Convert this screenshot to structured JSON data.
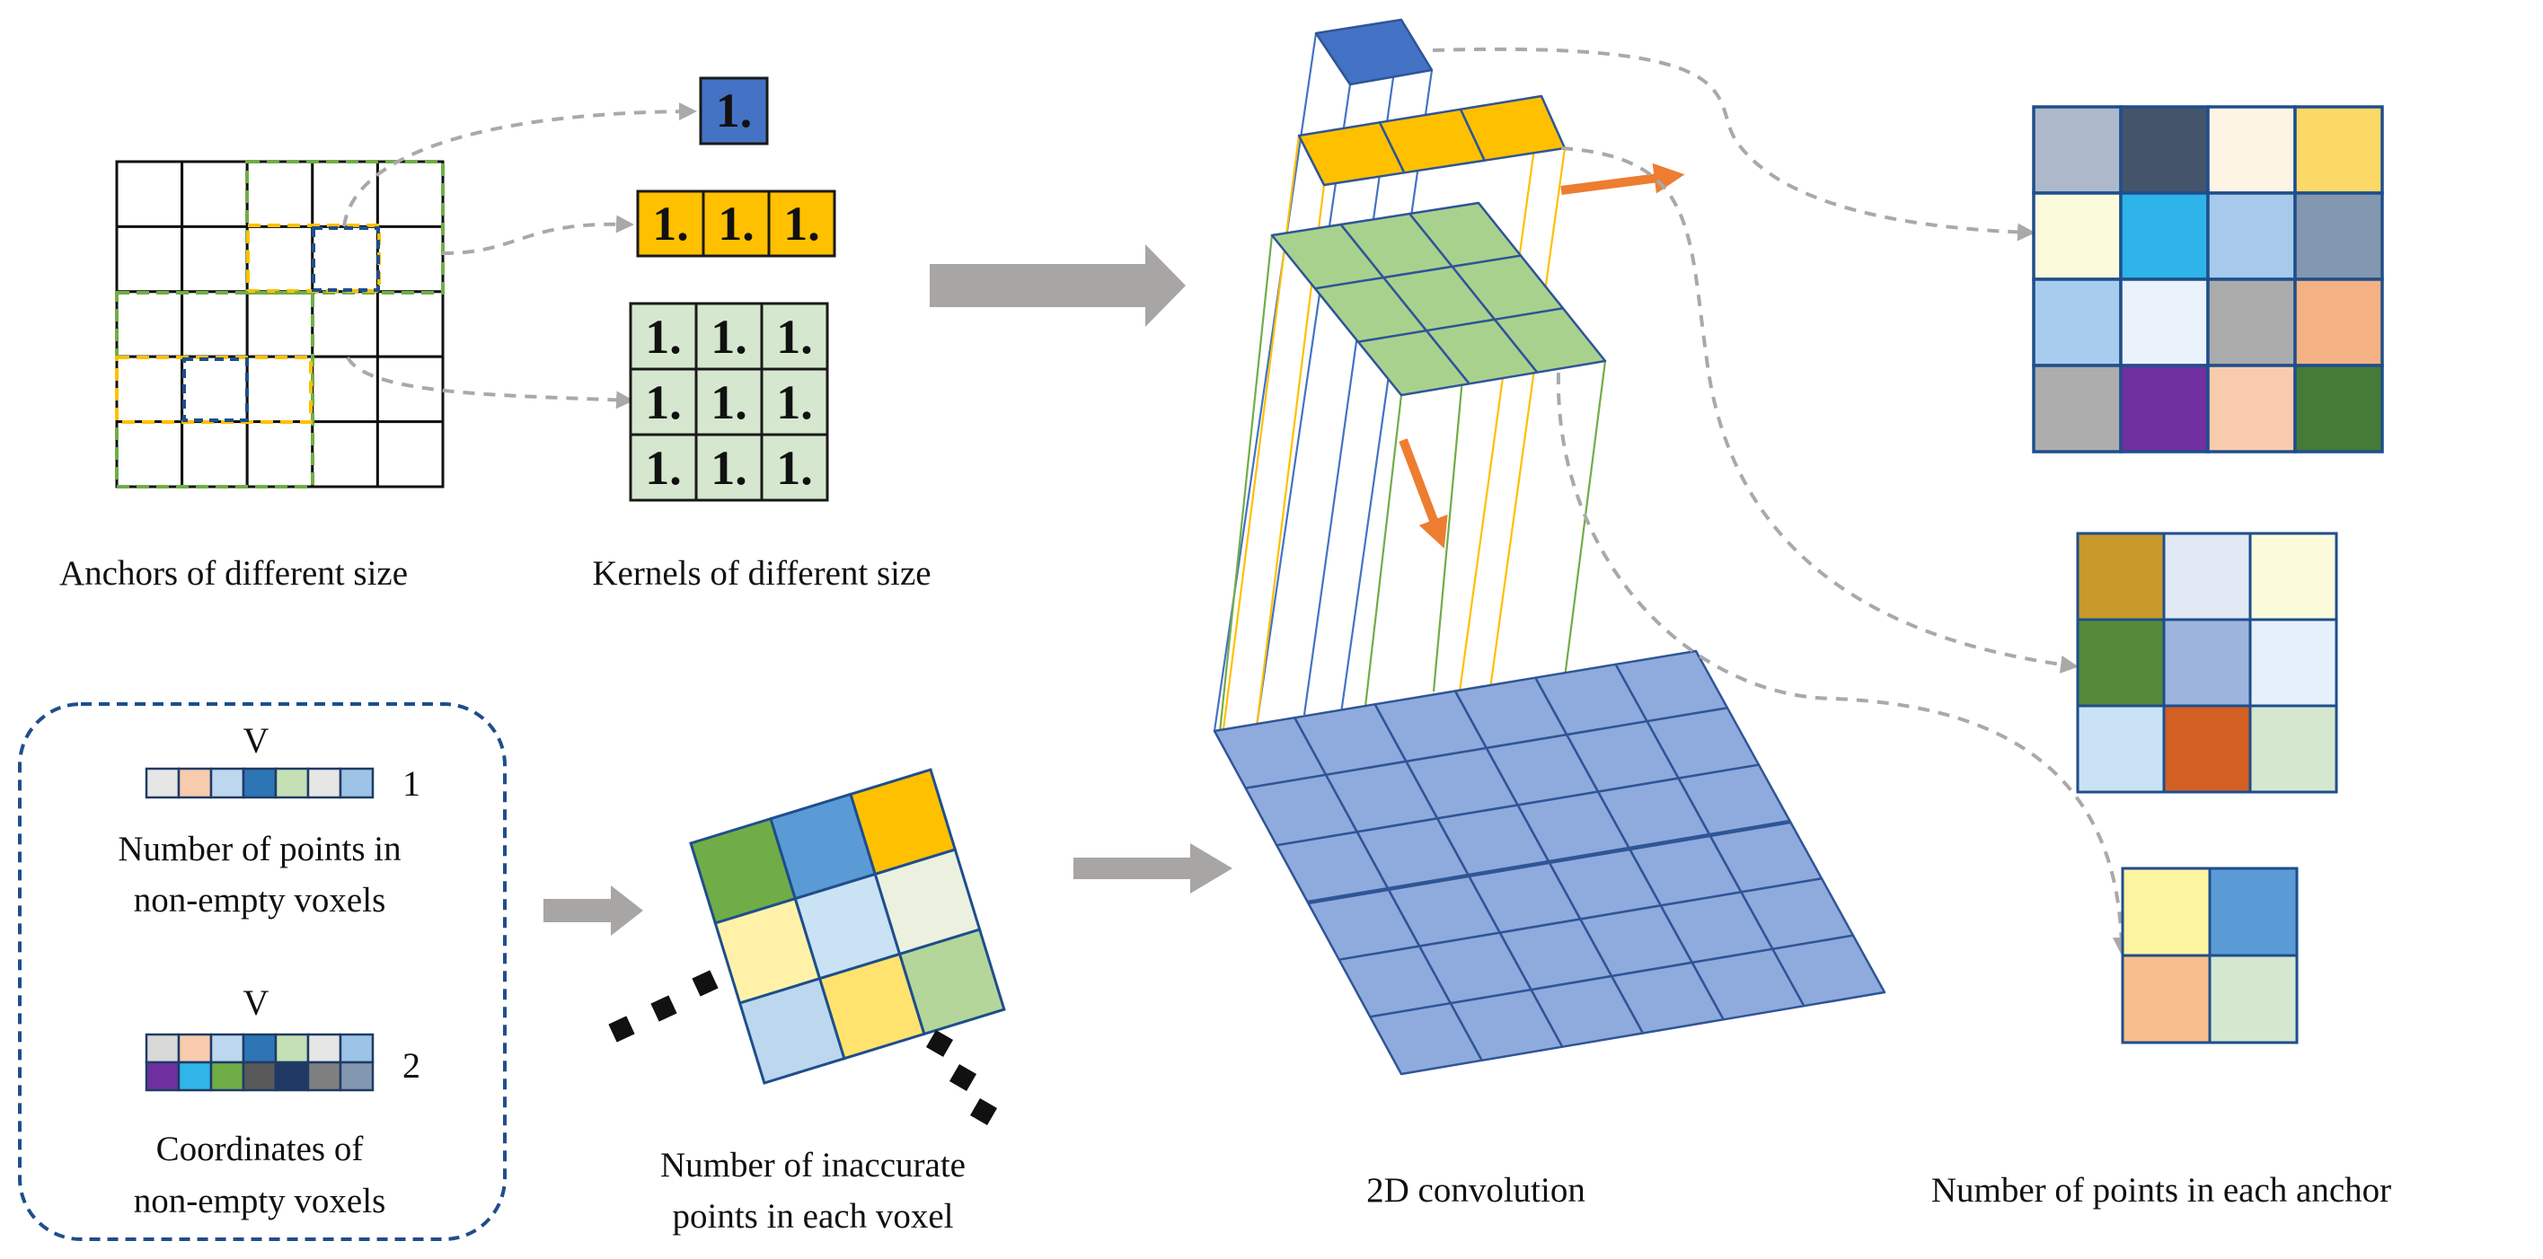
{
  "colors": {
    "blue_cell": "#4472c4",
    "yellow_cell": "#ffc000",
    "green_cell": "#a9d18e",
    "green_kernel": "#d5e8cf",
    "plane": "#8faadc",
    "plane_stroke": "#2f5597",
    "orange_arrow": "#ed7d31",
    "gray_arrow": "#a8a5a5",
    "dashed_box": "#1f4e8c"
  },
  "anchors": {
    "caption": "Anchors of different size"
  },
  "kernels": {
    "caption": "Kernels of different size",
    "cell_value": "1."
  },
  "voxel_legend": {
    "row1_header": "V",
    "row1_index": "1",
    "row1_caption_line1": "Number of points in",
    "row1_caption_line2": "non-empty voxels",
    "row2_header": "V",
    "row2_index": "2",
    "row2_caption_line1": "Coordinates of",
    "row2_caption_line2": "non-empty voxels",
    "row1_colors": [
      "#e6e6e6",
      "#f8cbad",
      "#bdd7ee",
      "#2e75b6",
      "#c5e0b4",
      "#e7e6e6",
      "#9dc3e6"
    ],
    "row2_top_colors": [
      "#d9d9d9",
      "#f8cbad",
      "#bdd7ee",
      "#2e75b6",
      "#c5e0b4",
      "#e7e6e6",
      "#9dc3e6"
    ],
    "row2_bottom_colors": [
      "#7030a0",
      "#2fb5e8",
      "#70ad47",
      "#595959",
      "#203864",
      "#7f7f7f",
      "#8497b0"
    ]
  },
  "inaccurate": {
    "caption_line1": "Number of inaccurate",
    "caption_line2": "points in each voxel",
    "cell_colors": [
      "#70ad47",
      "#5b9bd5",
      "#ffc000",
      "#fff2a8",
      "#c9e2f4",
      "#ebf1de",
      "#bdd7ee",
      "#ffe36e",
      "#b4d69a"
    ]
  },
  "convolution": {
    "caption": "2D convolution"
  },
  "outputs": {
    "caption": "Number of points in each anchor",
    "grid4_colors": [
      "#adb9ca",
      "#44546a",
      "#fdf4e3",
      "#fcd966",
      "#fbfbdc",
      "#2eb4e8",
      "#a6c9ec",
      "#8497b0",
      "#a8ccee",
      "#eaf2fb",
      "#ababab",
      "#f4b183",
      "#adadad",
      "#7030a0",
      "#f8cbad",
      "#467a37"
    ],
    "grid3_colors": [
      "#c9992c",
      "#e1e9f5",
      "#fbfbdc",
      "#568a3a",
      "#9db5dd",
      "#e6f0fa",
      "#c9e2f4",
      "#d35f23",
      "#d5e8cf"
    ],
    "grid2_colors": [
      "#fdf4a0",
      "#5b9bd5",
      "#f8be8c",
      "#d5e8cf"
    ]
  }
}
